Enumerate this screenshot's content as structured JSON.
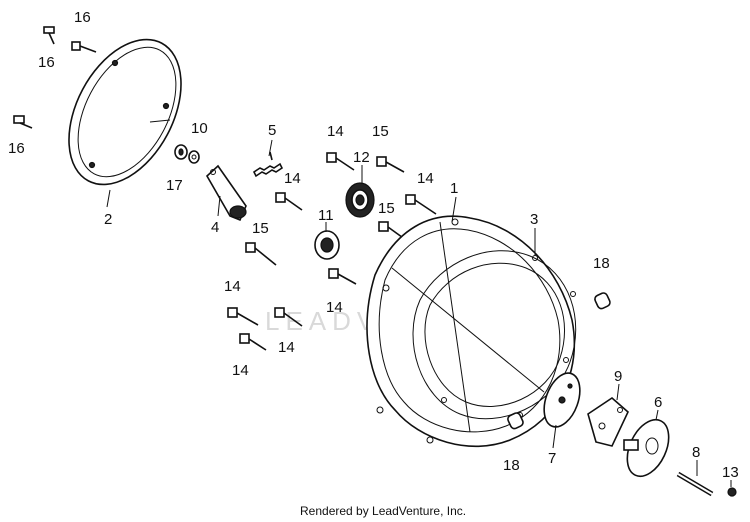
{
  "watermark": "LEADVENTURE",
  "footer": "Rendered by LeadVenture, Inc.",
  "callouts": {
    "c1": "1",
    "c2": "2",
    "c3": "3",
    "c4": "4",
    "c5": "5",
    "c6": "6",
    "c7": "7",
    "c8": "8",
    "c9": "9",
    "c10": "10",
    "c11": "11",
    "c12": "12",
    "c13": "13",
    "c14a": "14",
    "c14b": "14",
    "c14c": "14",
    "c14d": "14",
    "c14e": "14",
    "c14f": "14",
    "c14g": "14",
    "c15a": "15",
    "c15b": "15",
    "c15c": "15",
    "c16a": "16",
    "c16b": "16",
    "c16c": "16",
    "c17": "17",
    "c18a": "18",
    "c18b": "18"
  }
}
